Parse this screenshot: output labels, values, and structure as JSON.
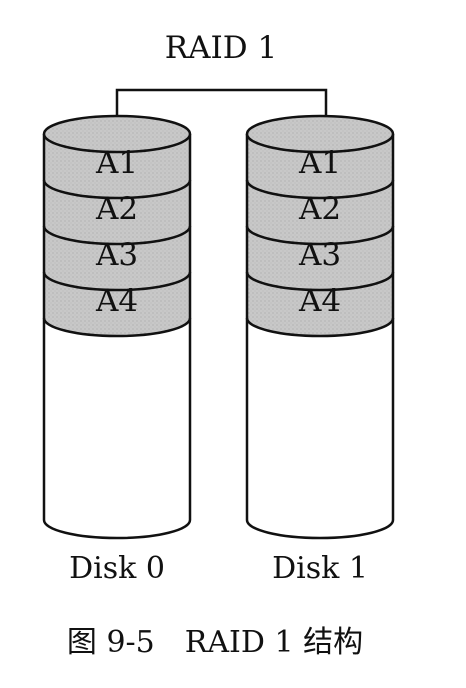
{
  "title": "RAID 1",
  "disks": [
    {
      "label": "Disk 0",
      "blocks": [
        "A1",
        "A2",
        "A3",
        "A4"
      ]
    },
    {
      "label": "Disk 1",
      "blocks": [
        "A1",
        "A2",
        "A3",
        "A4"
      ]
    }
  ],
  "caption": "图 9-5　RAID 1 结构",
  "colors": {
    "data_fill": "#c8c8c8",
    "empty_fill": "#ffffff",
    "stroke": "#111111",
    "text": "#111111"
  }
}
